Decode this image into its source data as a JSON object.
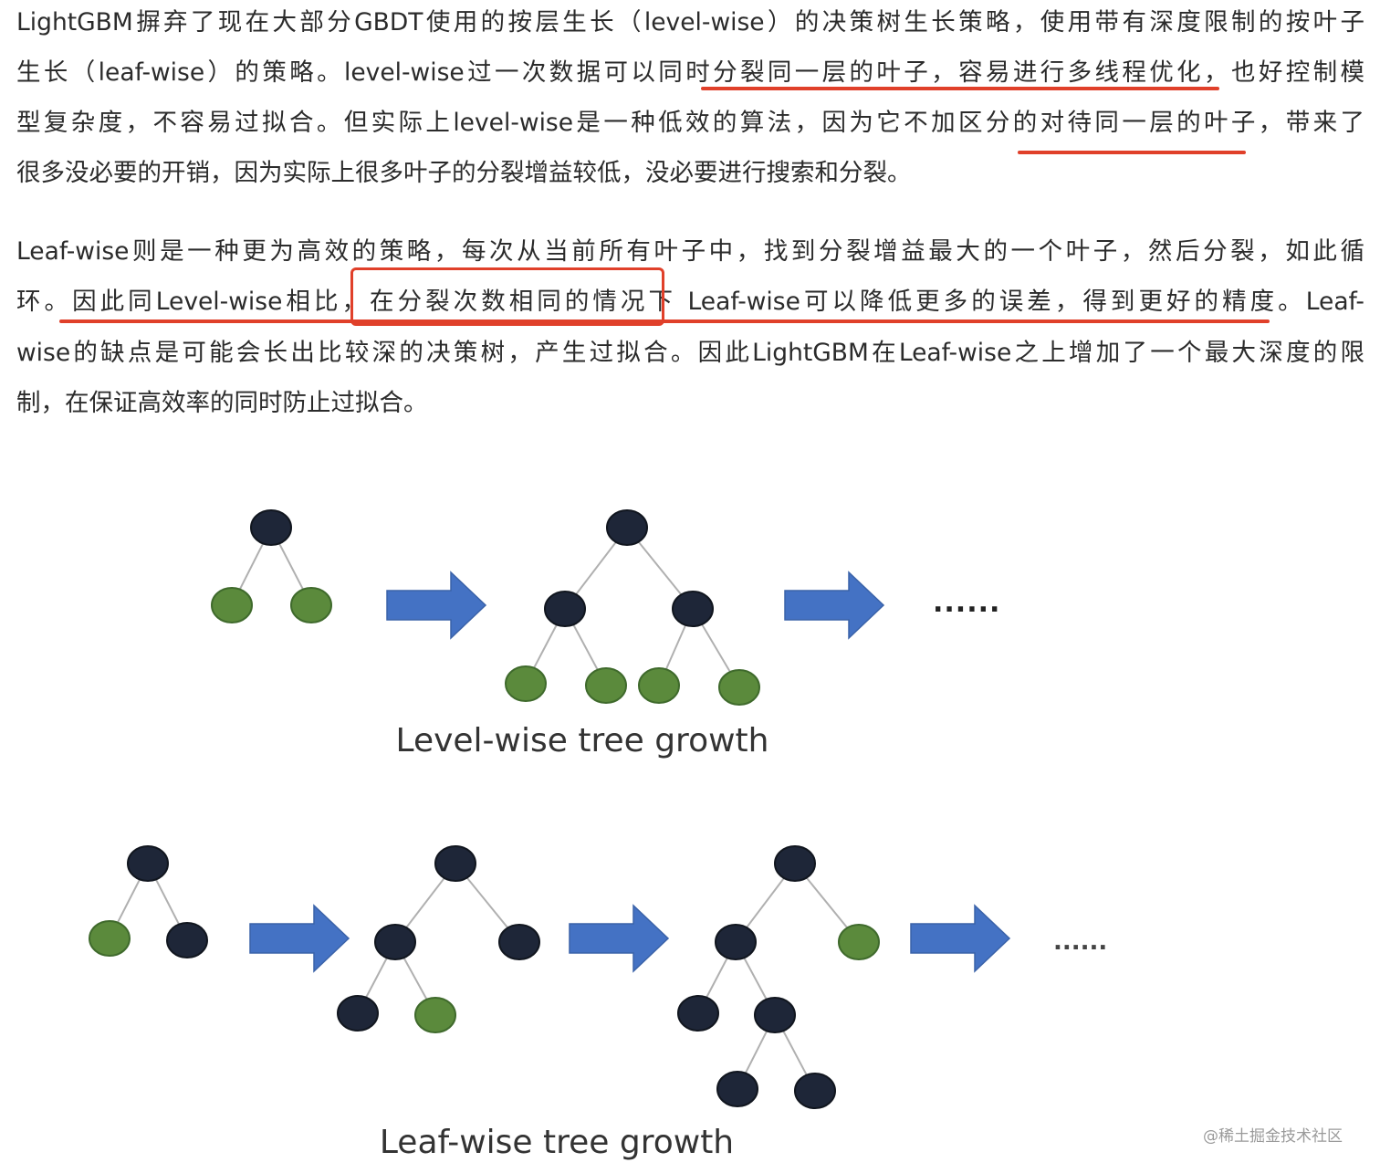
{
  "paragraph1": {
    "lines": [
      "LightGBM摒弃了现在大部分GBDT使用的按层生长（level-wise）的决策树生长策略，使用带有深度限制的按叶子",
      "生长（leaf-wise）的策略。level-wise过一次数据可以同时分裂同一层的叶子，容易进行多线程优化，也好控制模",
      "型复杂度，不容易过拟合。但实际上level-wise是一种低效的算法，因为它不加区分的对待同一层的叶子，带来了",
      "很多没必要的开销，因为实际上很多叶子的分裂增益较低，没必要进行搜索和分裂。"
    ]
  },
  "paragraph2": {
    "lines": [
      "Leaf-wise则是一种更为高效的策略，每次从当前所有叶子中，找到分裂增益最大的一个叶子，然后分裂，如此循",
      "环。因此同Level-wise相比，在分裂次数相同的情况下  Leaf-wise可以降低更多的误差，得到更好的精度。Leaf-",
      "wise的缺点是可能会长出比较深的决策树，产生过拟合。因此LightGBM在Leaf-wise之上增加了一个最大深度的限",
      "制，在保证高效率的同时防止过拟合。"
    ]
  },
  "figure": {
    "level_caption": "Level-wise tree growth",
    "leaf_caption": "Leaf-wise tree growth",
    "ellipsis": "......",
    "colors": {
      "dark_node": "#1e2638",
      "green_node": "#5b8a3c",
      "arrow": "#4472c4",
      "highlight": "#e0402a"
    }
  },
  "watermark": "@稀土掘金技术社区"
}
